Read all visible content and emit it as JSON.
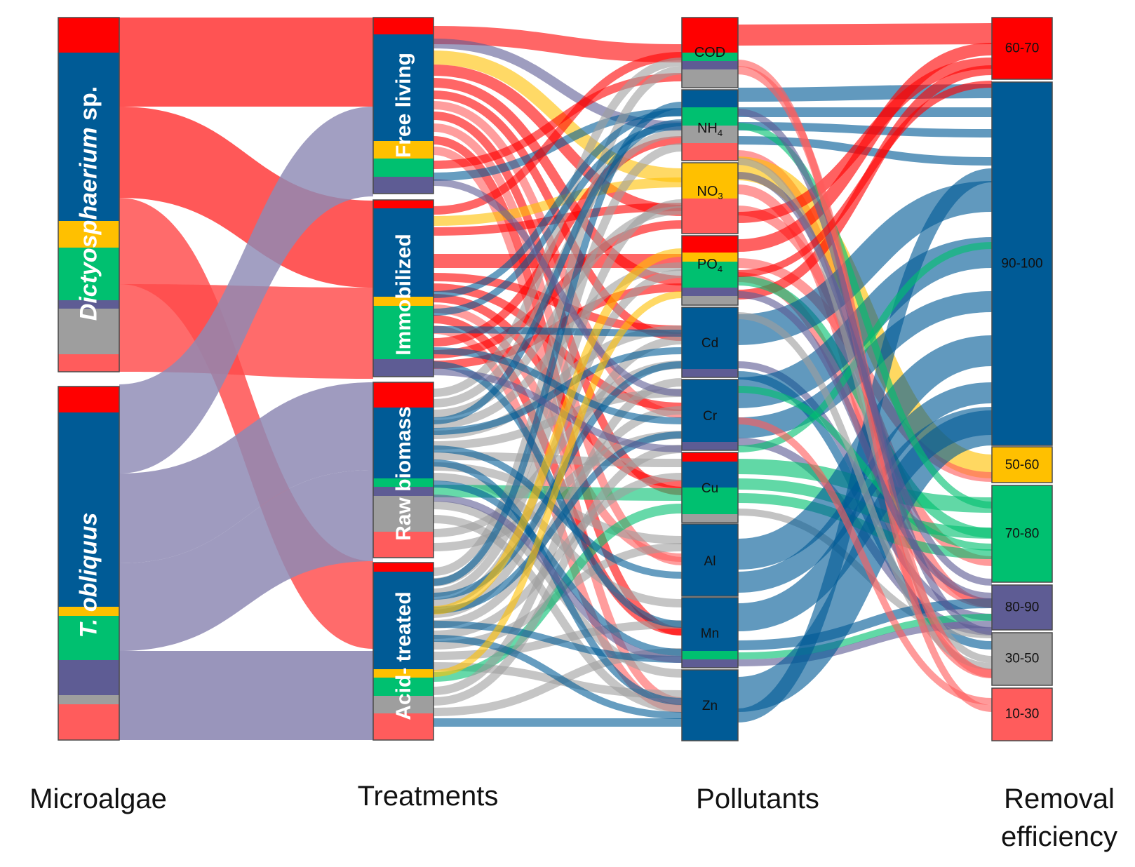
{
  "colors": {
    "red": "#ff0000",
    "blue": "#005b96",
    "yellow": "#ffc000",
    "green": "#00c070",
    "purple": "#5e5c94",
    "gray": "#9e9e9e",
    "salmon": "#ff5c5c"
  },
  "column_titles": [
    "Microalgae",
    "Treatments",
    "Pollutants",
    "Removal\nefficiency"
  ],
  "diagram": {
    "type": "sankey",
    "microalgae": [
      {
        "label": "Dictyosphaerium sp.",
        "italic_part": "Dictyosphaerium",
        "plain_part": " sp.",
        "color": "#ff4a4a"
      },
      {
        "label": "T. obliquus",
        "italic_part": "T. obliquus",
        "plain_part": "",
        "color": "#8e8ab4"
      }
    ],
    "treatments": [
      {
        "label": "Free living"
      },
      {
        "label": "Immobilized"
      },
      {
        "label": "Raw biomass"
      },
      {
        "label": "Acid- treated"
      }
    ],
    "pollutants": [
      {
        "label": "COD",
        "sub": ""
      },
      {
        "label": "NH",
        "sub": "4"
      },
      {
        "label": "NO",
        "sub": "3"
      },
      {
        "label": "PO",
        "sub": "4"
      },
      {
        "label": "Cd",
        "sub": ""
      },
      {
        "label": "Cr",
        "sub": ""
      },
      {
        "label": "Cu",
        "sub": ""
      },
      {
        "label": "Al",
        "sub": ""
      },
      {
        "label": "Mn",
        "sub": ""
      },
      {
        "label": "Zn",
        "sub": ""
      }
    ],
    "removal_efficiency": [
      {
        "label": "60-70",
        "color": "#ff0000"
      },
      {
        "label": "90-100",
        "color": "#005b96"
      },
      {
        "label": "50-60",
        "color": "#ffc000"
      },
      {
        "label": "70-80",
        "color": "#00c070"
      },
      {
        "label": "80-90",
        "color": "#5e5c94"
      },
      {
        "label": "30-50",
        "color": "#9e9e9e"
      },
      {
        "label": "10-30",
        "color": "#ff5c5c"
      }
    ]
  }
}
